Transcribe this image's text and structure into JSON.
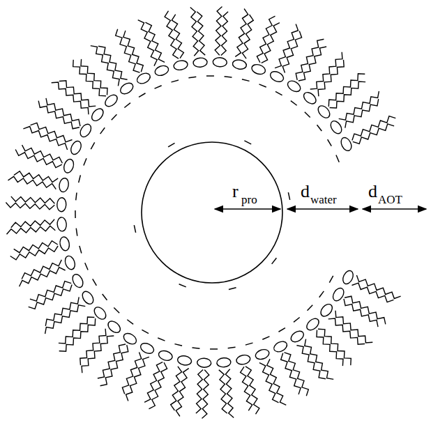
{
  "diagram": {
    "labels": [
      "r",
      "pro",
      "d",
      "water",
      "d",
      "AOT"
    ]
  }
}
